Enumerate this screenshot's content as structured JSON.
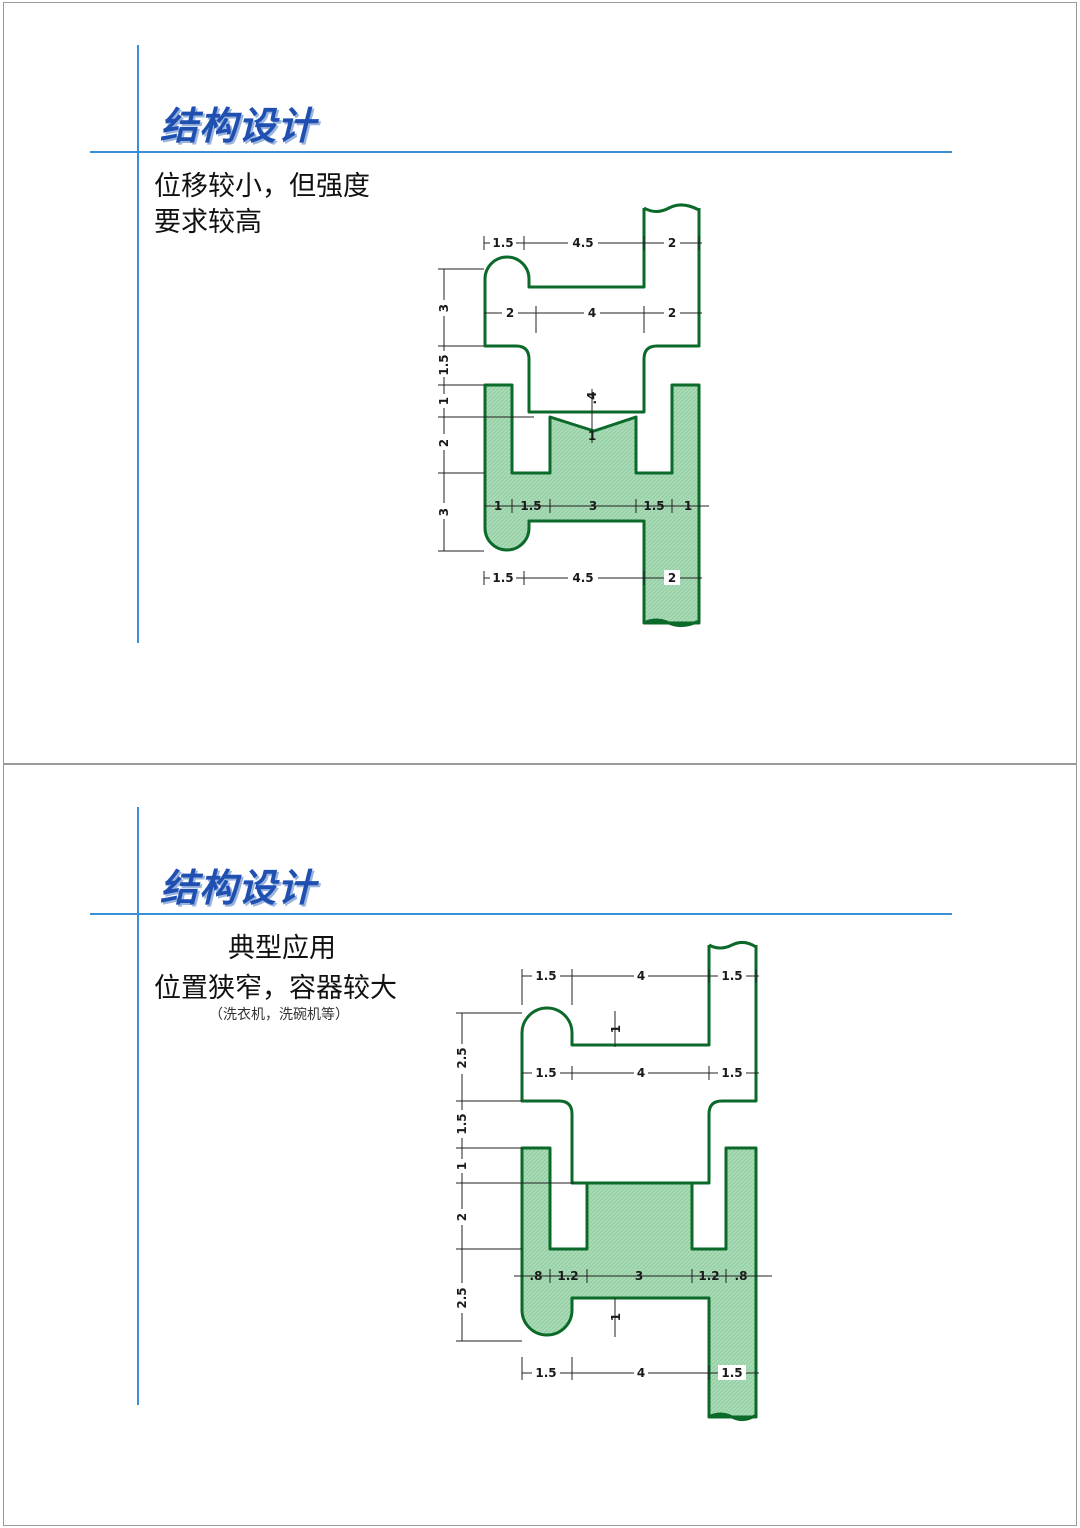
{
  "colors": {
    "accent": "#3a8fd6",
    "title": "#1f4fb0",
    "part_fill": "#a9dcb6",
    "part_stroke": "#0b6a2a"
  },
  "slide1": {
    "title": "结构设计",
    "line1": "位移较小，但强度",
    "line2": "要求较高",
    "dims": {
      "top_15": "1.5",
      "top_45": "4.5",
      "top_2": "2",
      "mid_2a": "2",
      "mid_4": "4",
      "mid_2b": "2",
      "v_3a": "3",
      "v_15": "1.5",
      "v_1": "1",
      "v_2": "2",
      "v_3b": "3",
      "gap": ".4",
      "gap_1": "1",
      "row_1a": "1",
      "row_15a": "1.5",
      "row_3": "3",
      "row_15b": "1.5",
      "row_1b": "1",
      "bot_15": "1.5",
      "bot_45": "4.5",
      "bot_2": "2"
    }
  },
  "slide2": {
    "title": "结构设计",
    "line1": "典型应用",
    "line2": "位置狭窄，容器较大",
    "note": "（洗衣机，洗碗机等）",
    "dims": {
      "top_15a": "1.5",
      "top_4": "4",
      "top_15b": "1.5",
      "v_1top": "1",
      "mid_15a": "1.5",
      "mid_4": "4",
      "mid_15b": "1.5",
      "v_25a": "2.5",
      "v_15": "1.5",
      "v_1": "1",
      "v_2": "2",
      "v_25b": "2.5",
      "row_8a": ".8",
      "row_12a": "1.2",
      "row_3": "3",
      "row_12b": "1.2",
      "row_8b": ".8",
      "v_1bot": "1",
      "bot_15a": "1.5",
      "bot_4": "4",
      "bot_15b": "1.5"
    }
  }
}
